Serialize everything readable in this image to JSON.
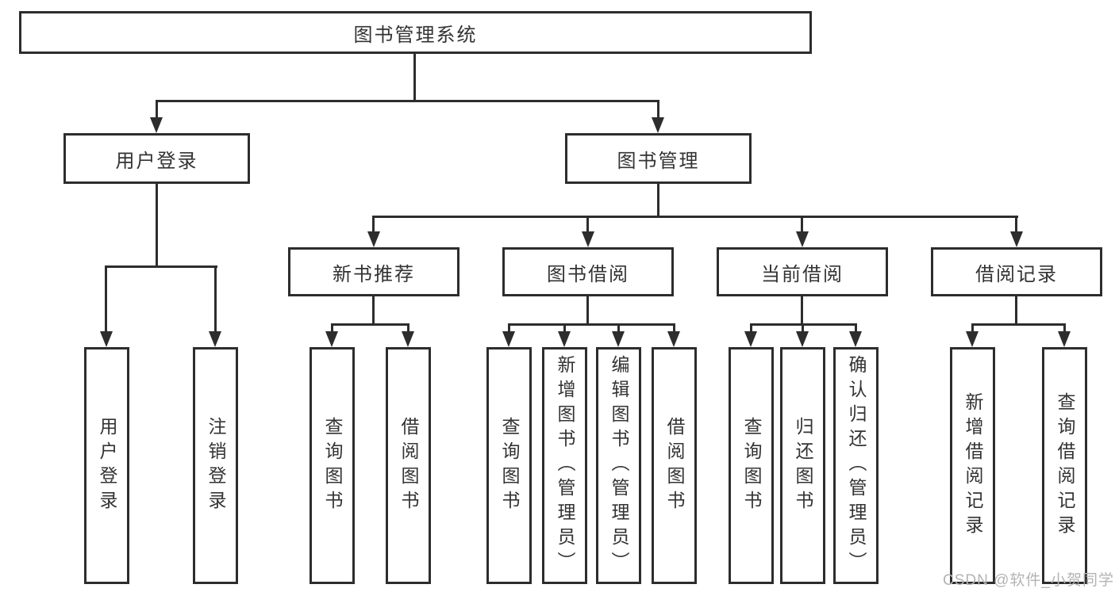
{
  "diagram": {
    "type": "hierarchy-tree",
    "watermark": "CSDN @软件_小贺同学",
    "colors": {
      "line": "#2d2d2d",
      "box_border": "#2d2d2d",
      "box_fill": "#ffffff",
      "text": "#333333",
      "watermark": "#b3b3b3",
      "background": "#ffffff"
    },
    "tree": {
      "label": "图书管理系统",
      "children": [
        {
          "label": "用户登录",
          "children": [
            {
              "label": "用户登录"
            },
            {
              "label": "注销登录"
            }
          ]
        },
        {
          "label": "图书管理",
          "children": [
            {
              "label": "新书推荐",
              "children": [
                {
                  "label": "查询图书"
                },
                {
                  "label": "借阅图书"
                }
              ]
            },
            {
              "label": "图书借阅",
              "children": [
                {
                  "label": "查询图书"
                },
                {
                  "label": "新增图书（管理员）"
                },
                {
                  "label": "编辑图书（管理员）"
                },
                {
                  "label": "借阅图书"
                }
              ]
            },
            {
              "label": "当前借阅",
              "children": [
                {
                  "label": "查询图书"
                },
                {
                  "label": "归还图书"
                },
                {
                  "label": "确认归还（管理员）"
                }
              ]
            },
            {
              "label": "借阅记录",
              "children": [
                {
                  "label": "新增借阅记录"
                },
                {
                  "label": "查询借阅记录"
                }
              ]
            }
          ]
        }
      ]
    }
  }
}
